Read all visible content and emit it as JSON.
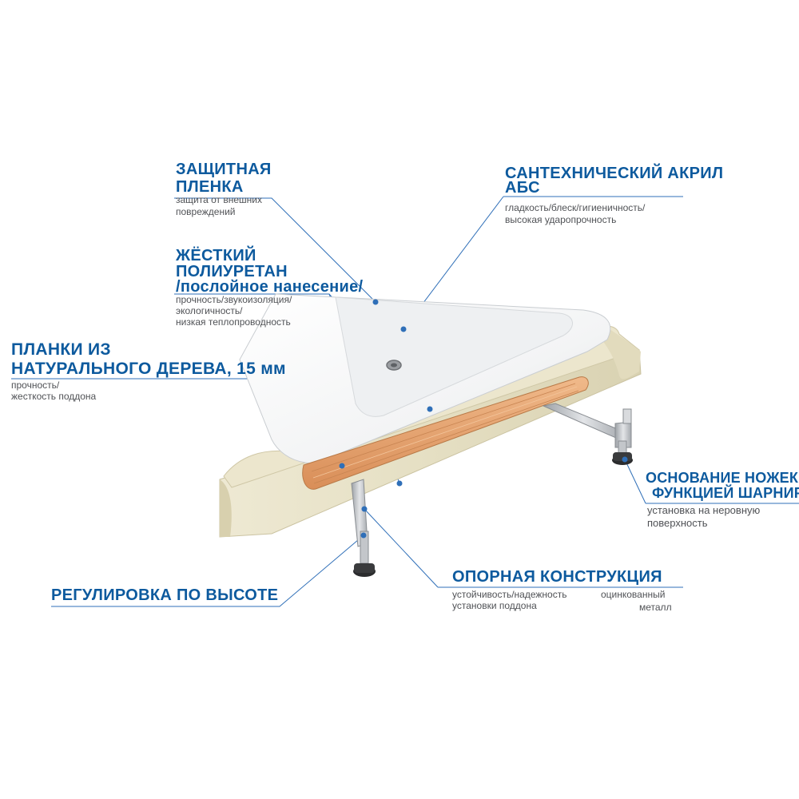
{
  "colors": {
    "heading": "#0d5a9e",
    "caption": "#505256",
    "leader_line": "#2f6fb8",
    "acrylic": "#f4f5f6",
    "polyurethane": "#e8e2c8",
    "wood": "#e7a670",
    "metal": "#b9bcc1"
  },
  "labels": {
    "protective_film": {
      "title_1": "ЗАЩИТНАЯ",
      "title_2": "ПЛЕНКА",
      "desc_1": "защита от внешних",
      "desc_2": "повреждений"
    },
    "acrylic": {
      "title_1": "САНТЕХНИЧЕСКИЙ АКРИЛ",
      "title_2": "АБС",
      "desc_1": "гладкость/блеск/гигиеничность/",
      "desc_2": "высокая ударопрочность"
    },
    "polyurethane": {
      "title_1": "ЖЁСТКИЙ",
      "title_2": "ПОЛИУРЕТАН",
      "title_3": "/послойное нанесение/",
      "desc_1": "прочность/звукоизоляция/",
      "desc_2": "экологичность/",
      "desc_3": "низкая теплопроводность"
    },
    "wood_slats": {
      "title_1": "ПЛАНКИ ИЗ",
      "title_2": "НАТУРАЛЬНОГО ДЕРЕВА, 15 мм",
      "desc_1": "прочность/",
      "desc_2": "жесткость поддона"
    },
    "leg_base": {
      "title_1": "ОСНОВАНИЕ НОЖЕК С",
      "title_2": "ФУНКЦИЕЙ ШАРНИРА",
      "desc_1": "установка на неровную",
      "desc_2": "поверхность"
    },
    "height_adjust": {
      "title_1": "РЕГУЛИРОВКА ПО ВЫСОТЕ"
    },
    "support_frame": {
      "title_1": "ОПОРНАЯ КОНСТРУКЦИЯ",
      "desc_1": "устойчивость/надежность",
      "desc_2": "установки поддона",
      "desc_3": "оцинкованный",
      "desc_4": "металл"
    }
  }
}
